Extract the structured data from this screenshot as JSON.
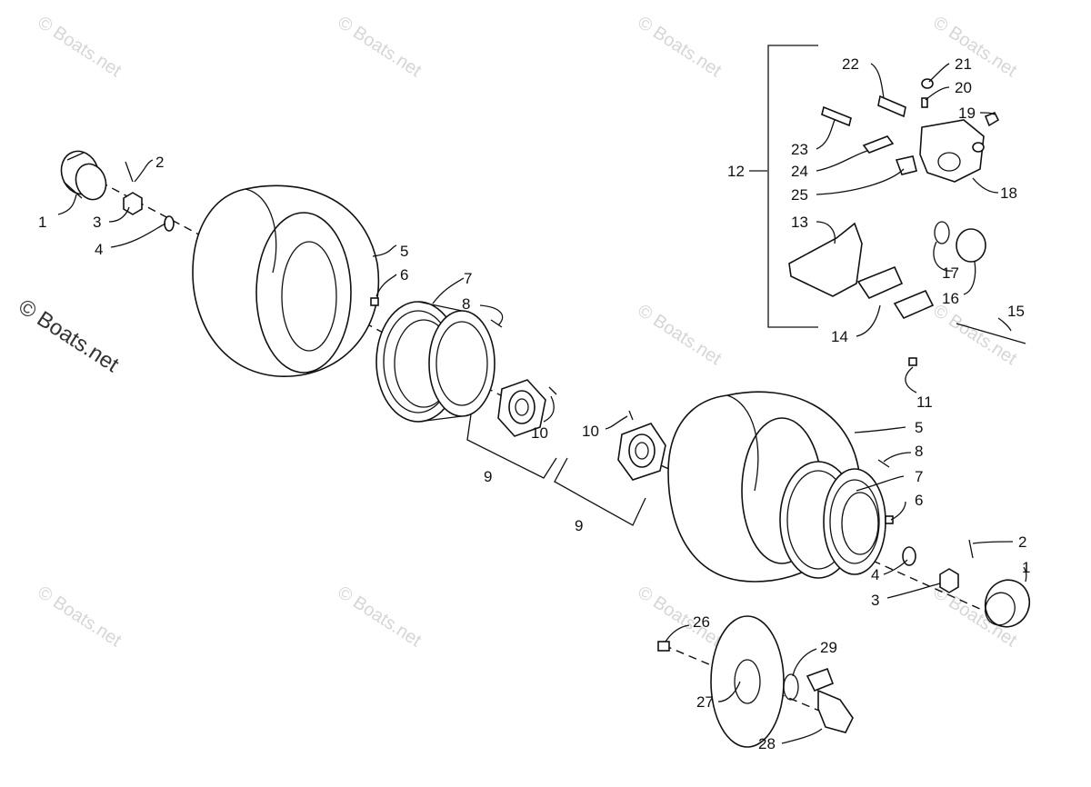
{
  "watermark": "© Boats.net",
  "main_watermark": "© Boats.net",
  "callouts": [
    {
      "id": "left-1",
      "text": "1"
    },
    {
      "id": "left-2",
      "text": "2"
    },
    {
      "id": "left-3",
      "text": "3"
    },
    {
      "id": "left-4",
      "text": "4"
    },
    {
      "id": "left-5",
      "text": "5"
    },
    {
      "id": "left-6",
      "text": "6"
    },
    {
      "id": "left-7",
      "text": "7"
    },
    {
      "id": "left-8",
      "text": "8"
    },
    {
      "id": "left-9",
      "text": "9"
    },
    {
      "id": "left-10",
      "text": "10"
    },
    {
      "id": "right-10",
      "text": "10"
    },
    {
      "id": "right-9",
      "text": "9"
    },
    {
      "id": "right-11",
      "text": "11"
    },
    {
      "id": "right-5",
      "text": "5"
    },
    {
      "id": "right-8",
      "text": "8"
    },
    {
      "id": "right-7",
      "text": "7"
    },
    {
      "id": "right-6",
      "text": "6"
    },
    {
      "id": "right-2",
      "text": "2"
    },
    {
      "id": "right-1",
      "text": "1"
    },
    {
      "id": "right-4",
      "text": "4"
    },
    {
      "id": "right-3",
      "text": "3"
    },
    {
      "id": "brake-12",
      "text": "12"
    },
    {
      "id": "brake-13",
      "text": "13"
    },
    {
      "id": "brake-14",
      "text": "14"
    },
    {
      "id": "brake-15",
      "text": "15"
    },
    {
      "id": "brake-16",
      "text": "16"
    },
    {
      "id": "brake-17",
      "text": "17"
    },
    {
      "id": "brake-18",
      "text": "18"
    },
    {
      "id": "brake-19",
      "text": "19"
    },
    {
      "id": "brake-20",
      "text": "20"
    },
    {
      "id": "brake-21",
      "text": "21"
    },
    {
      "id": "brake-22",
      "text": "22"
    },
    {
      "id": "brake-23",
      "text": "23"
    },
    {
      "id": "brake-24",
      "text": "24"
    },
    {
      "id": "brake-25",
      "text": "25"
    },
    {
      "id": "hub-26",
      "text": "26"
    },
    {
      "id": "hub-27",
      "text": "27"
    },
    {
      "id": "hub-28",
      "text": "28"
    },
    {
      "id": "hub-29",
      "text": "29"
    }
  ]
}
